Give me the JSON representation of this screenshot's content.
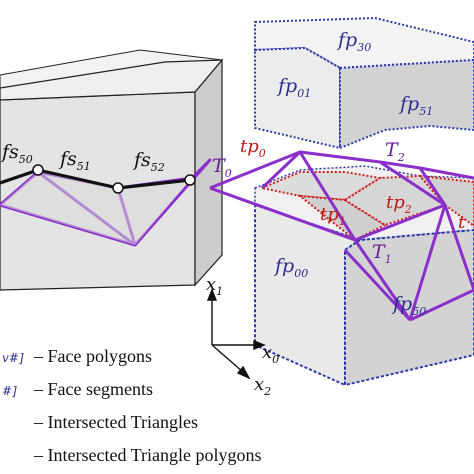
{
  "labels": {
    "fs": [
      {
        "base": "fs",
        "sub": "50"
      },
      {
        "base": "fs",
        "sub": "51"
      },
      {
        "base": "fs",
        "sub": "52"
      }
    ],
    "T": [
      {
        "base": "T",
        "sub": "0"
      },
      {
        "base": "T",
        "sub": "1"
      },
      {
        "base": "T",
        "sub": "2"
      }
    ],
    "tp": [
      {
        "base": "tp",
        "sub": "0"
      },
      {
        "base": "tp",
        "sub": "1"
      },
      {
        "base": "tp",
        "sub": "2"
      }
    ],
    "fp": [
      {
        "base": "fp",
        "sub": "30"
      },
      {
        "base": "fp",
        "sub": "01"
      },
      {
        "base": "fp",
        "sub": "51"
      },
      {
        "base": "fp",
        "sub": "00"
      },
      {
        "base": "fp",
        "sub": "50"
      }
    ],
    "axes": [
      {
        "base": "x",
        "sub": "1"
      },
      {
        "base": "x",
        "sub": "0"
      },
      {
        "base": "x",
        "sub": "2"
      }
    ]
  },
  "legend": {
    "items": [
      {
        "key": "v#]",
        "text": "– Face polygons"
      },
      {
        "key": "#]",
        "text": "– Face segments"
      },
      {
        "key": "",
        "text": "– Intersected Triangles"
      },
      {
        "key": "",
        "text": "– Intersected Triangle polygons"
      }
    ]
  },
  "colors": {
    "face_outline": "#2d3aa6",
    "triangle": "#8a2fc9",
    "triangle_polygon": "#cc1f1f",
    "segment": "#111111",
    "face_fill": "#e6e6e6",
    "face_fill_dark": "#cfcfcf"
  }
}
